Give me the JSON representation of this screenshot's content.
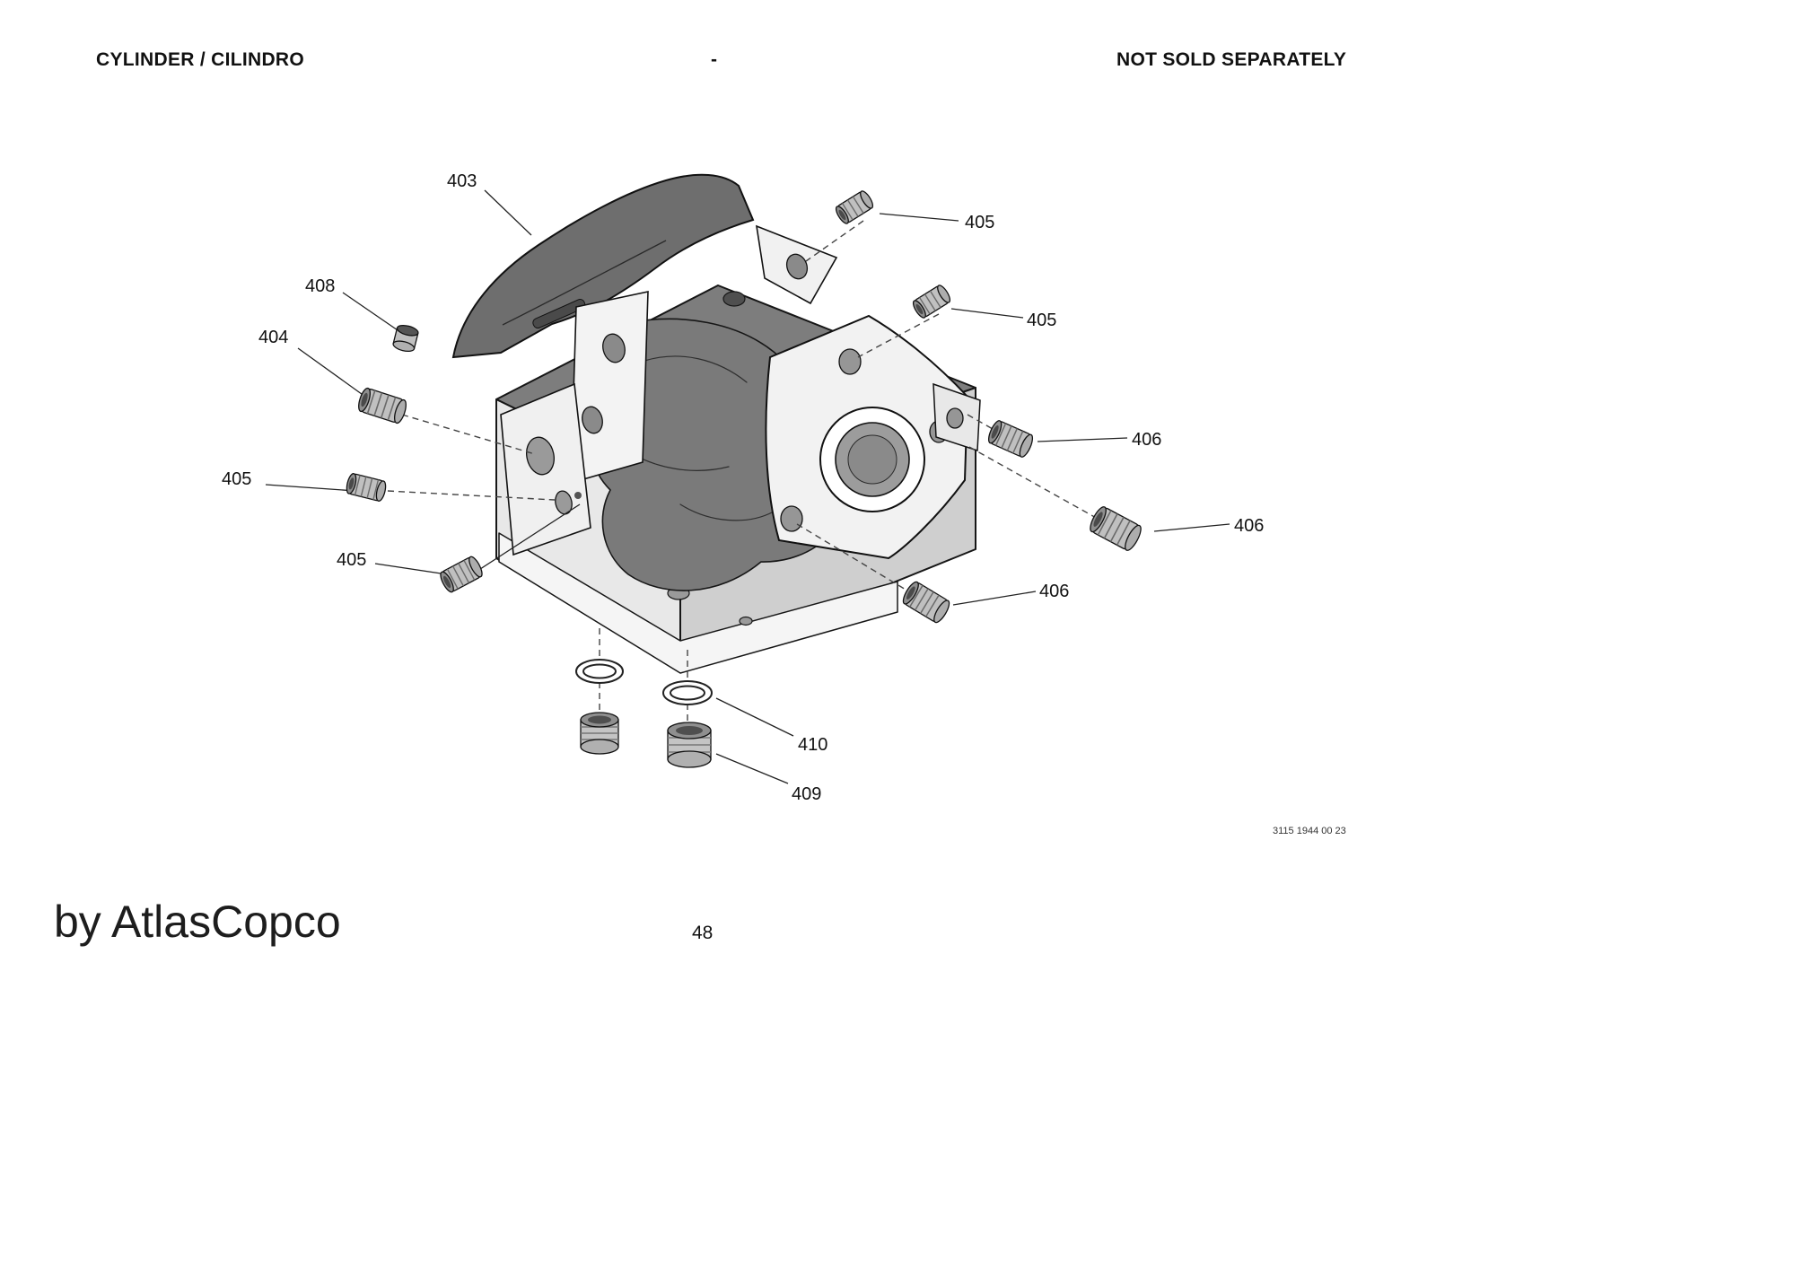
{
  "header": {
    "title": "CYLINDER / CILINDRO",
    "separator": "-",
    "note": "NOT SOLD SEPARATELY"
  },
  "callouts": [
    {
      "label": "403"
    },
    {
      "label": "405"
    },
    {
      "label": "408"
    },
    {
      "label": "404"
    },
    {
      "label": "405"
    },
    {
      "label": "405"
    },
    {
      "label": "406"
    },
    {
      "label": "406"
    },
    {
      "label": "405"
    },
    {
      "label": "406"
    },
    {
      "label": "410"
    },
    {
      "label": "409"
    }
  ],
  "footer": {
    "document_code": "3115 1944 00 23",
    "brand": "by AtlasCopco",
    "page_number": "48"
  }
}
